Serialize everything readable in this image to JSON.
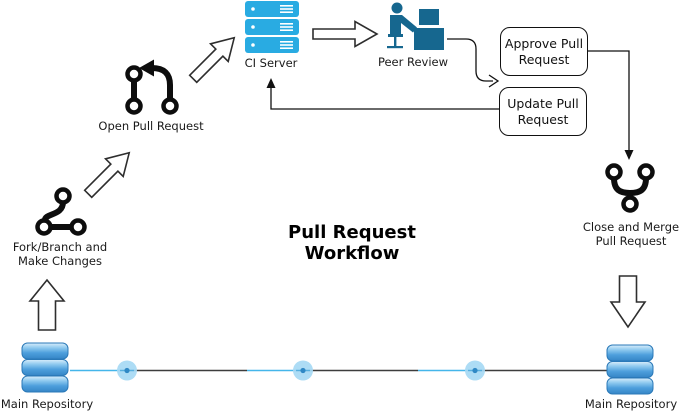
{
  "title": {
    "line1": "Pull Request",
    "line2": "Workflow"
  },
  "nodes": {
    "ci_server": {
      "label": "CI Server"
    },
    "peer_review": {
      "label": "Peer Review"
    },
    "open_pull_request": {
      "label": "Open Pull Request"
    },
    "fork_branch": {
      "line1": "Fork/Branch and",
      "line2": "Make Changes"
    },
    "close_merge": {
      "line1": "Close and Merge",
      "line2": "Pull Request"
    },
    "main_repository_left": {
      "label": "Main Repository"
    },
    "main_repository_right": {
      "label": "Main Repository"
    }
  },
  "boxes": {
    "approve": {
      "line1": "Approve Pull",
      "line2": "Request"
    },
    "update": {
      "line1": "Update Pull",
      "line2": "Request"
    }
  },
  "timeline": {
    "commit_count": 3
  },
  "colors": {
    "server-blue": "#29abe2",
    "reviewer-blue": "#16678f",
    "commit-line-blue": "#45b6ea",
    "commit-line-dark": "#3d3d3d",
    "icon-black": "#0d0d0d",
    "db-border": "#2b79b8"
  }
}
